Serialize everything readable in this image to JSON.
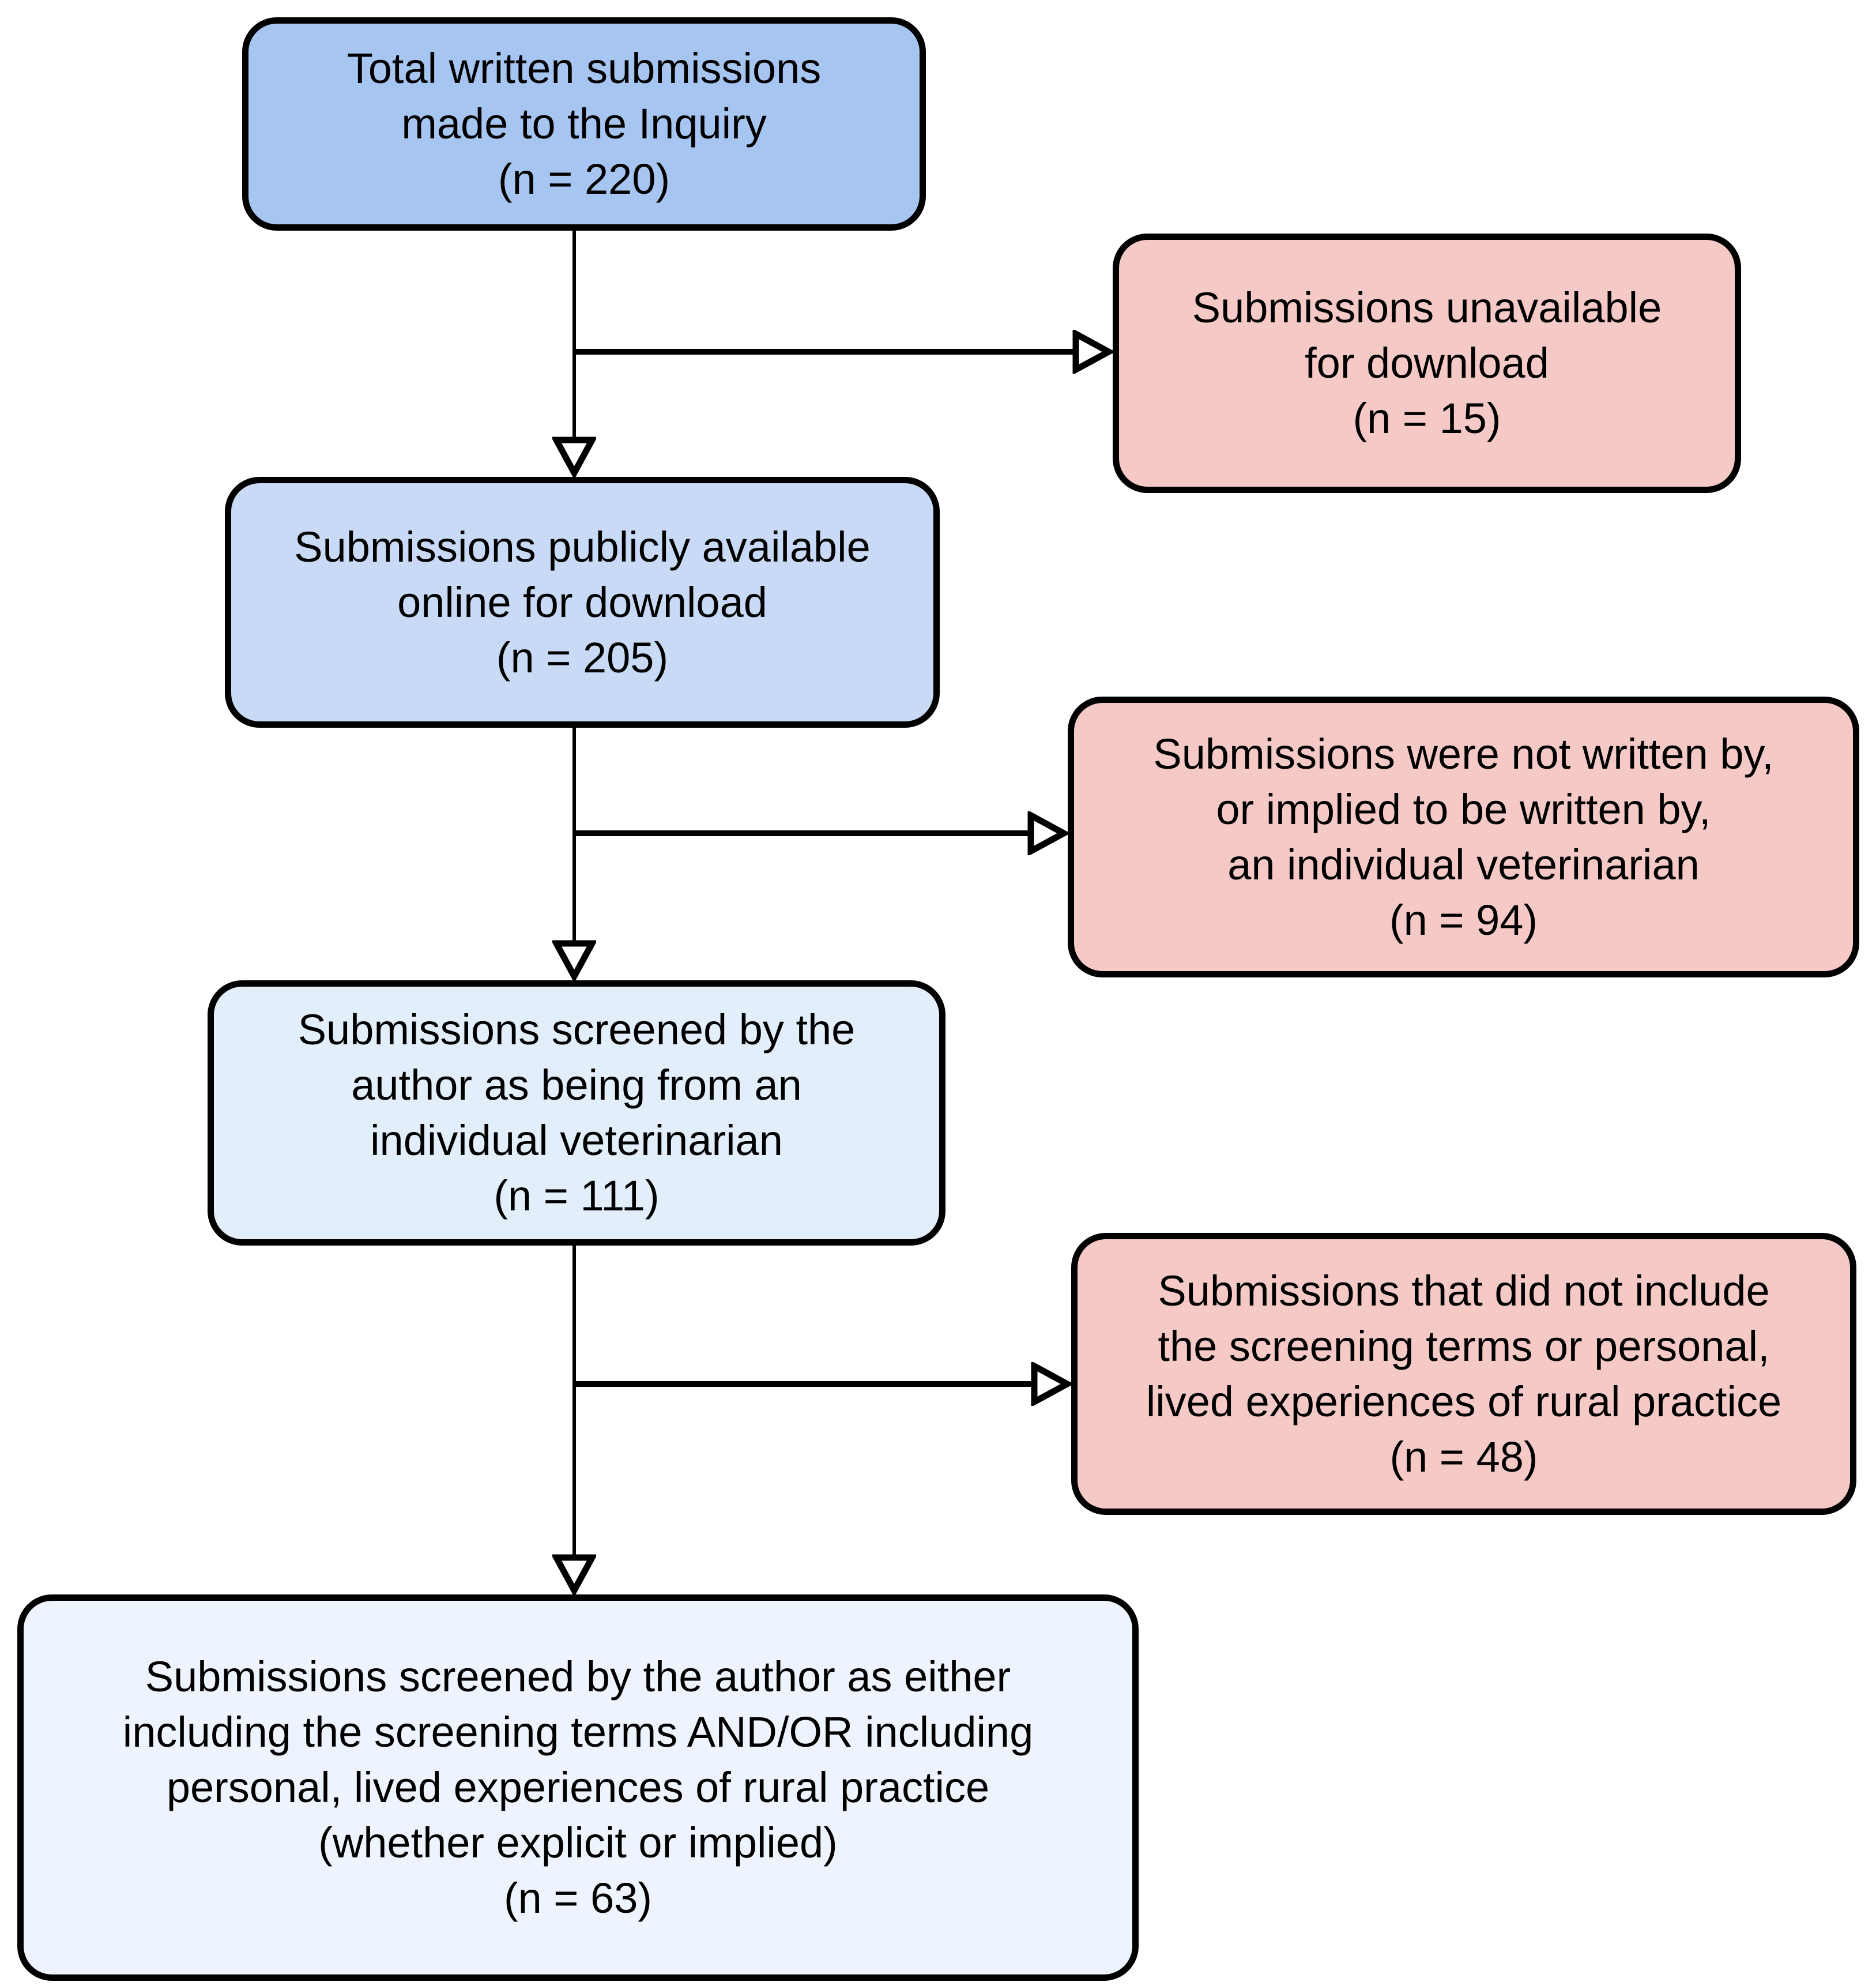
{
  "diagram": {
    "type": "flowchart",
    "nodes": {
      "main1": {
        "label": "Total written submissions\nmade to the Inquiry\n(n = 220)",
        "n": 220,
        "fill": "#a6c5f0"
      },
      "excl1": {
        "label": "Submissions unavailable\nfor download\n(n = 15)",
        "n": 15,
        "fill": "#f5cac6"
      },
      "main2": {
        "label": "Submissions publicly available\nonline for download\n(n = 205)",
        "n": 205,
        "fill": "#c9daf6"
      },
      "excl2": {
        "label": "Submissions were not written by,\nor implied to be written by,\nan individual veterinarian\n(n = 94)",
        "n": 94,
        "fill": "#f5cac6"
      },
      "main3": {
        "label": "Submissions screened by the\nauthor as being from an\nindividual veterinarian\n(n = 111)",
        "n": 111,
        "fill": "#e3eefb"
      },
      "excl3": {
        "label": "Submissions that did not include\nthe screening terms or personal,\nlived experiences of rural practice\n(n = 48)",
        "n": 48,
        "fill": "#f5cac6"
      },
      "main4": {
        "label": "Submissions screened by the author as either\nincluding the screening terms AND/OR including\npersonal, lived experiences of rural practice\n(whether explicit or implied)\n(n = 63)",
        "n": 63,
        "fill": "#eef4fd"
      }
    },
    "colors": {
      "border": "#000000",
      "line": "#000000",
      "arrow_fill": "#ffffff",
      "text": "#000000",
      "background": "#ffffff"
    }
  }
}
